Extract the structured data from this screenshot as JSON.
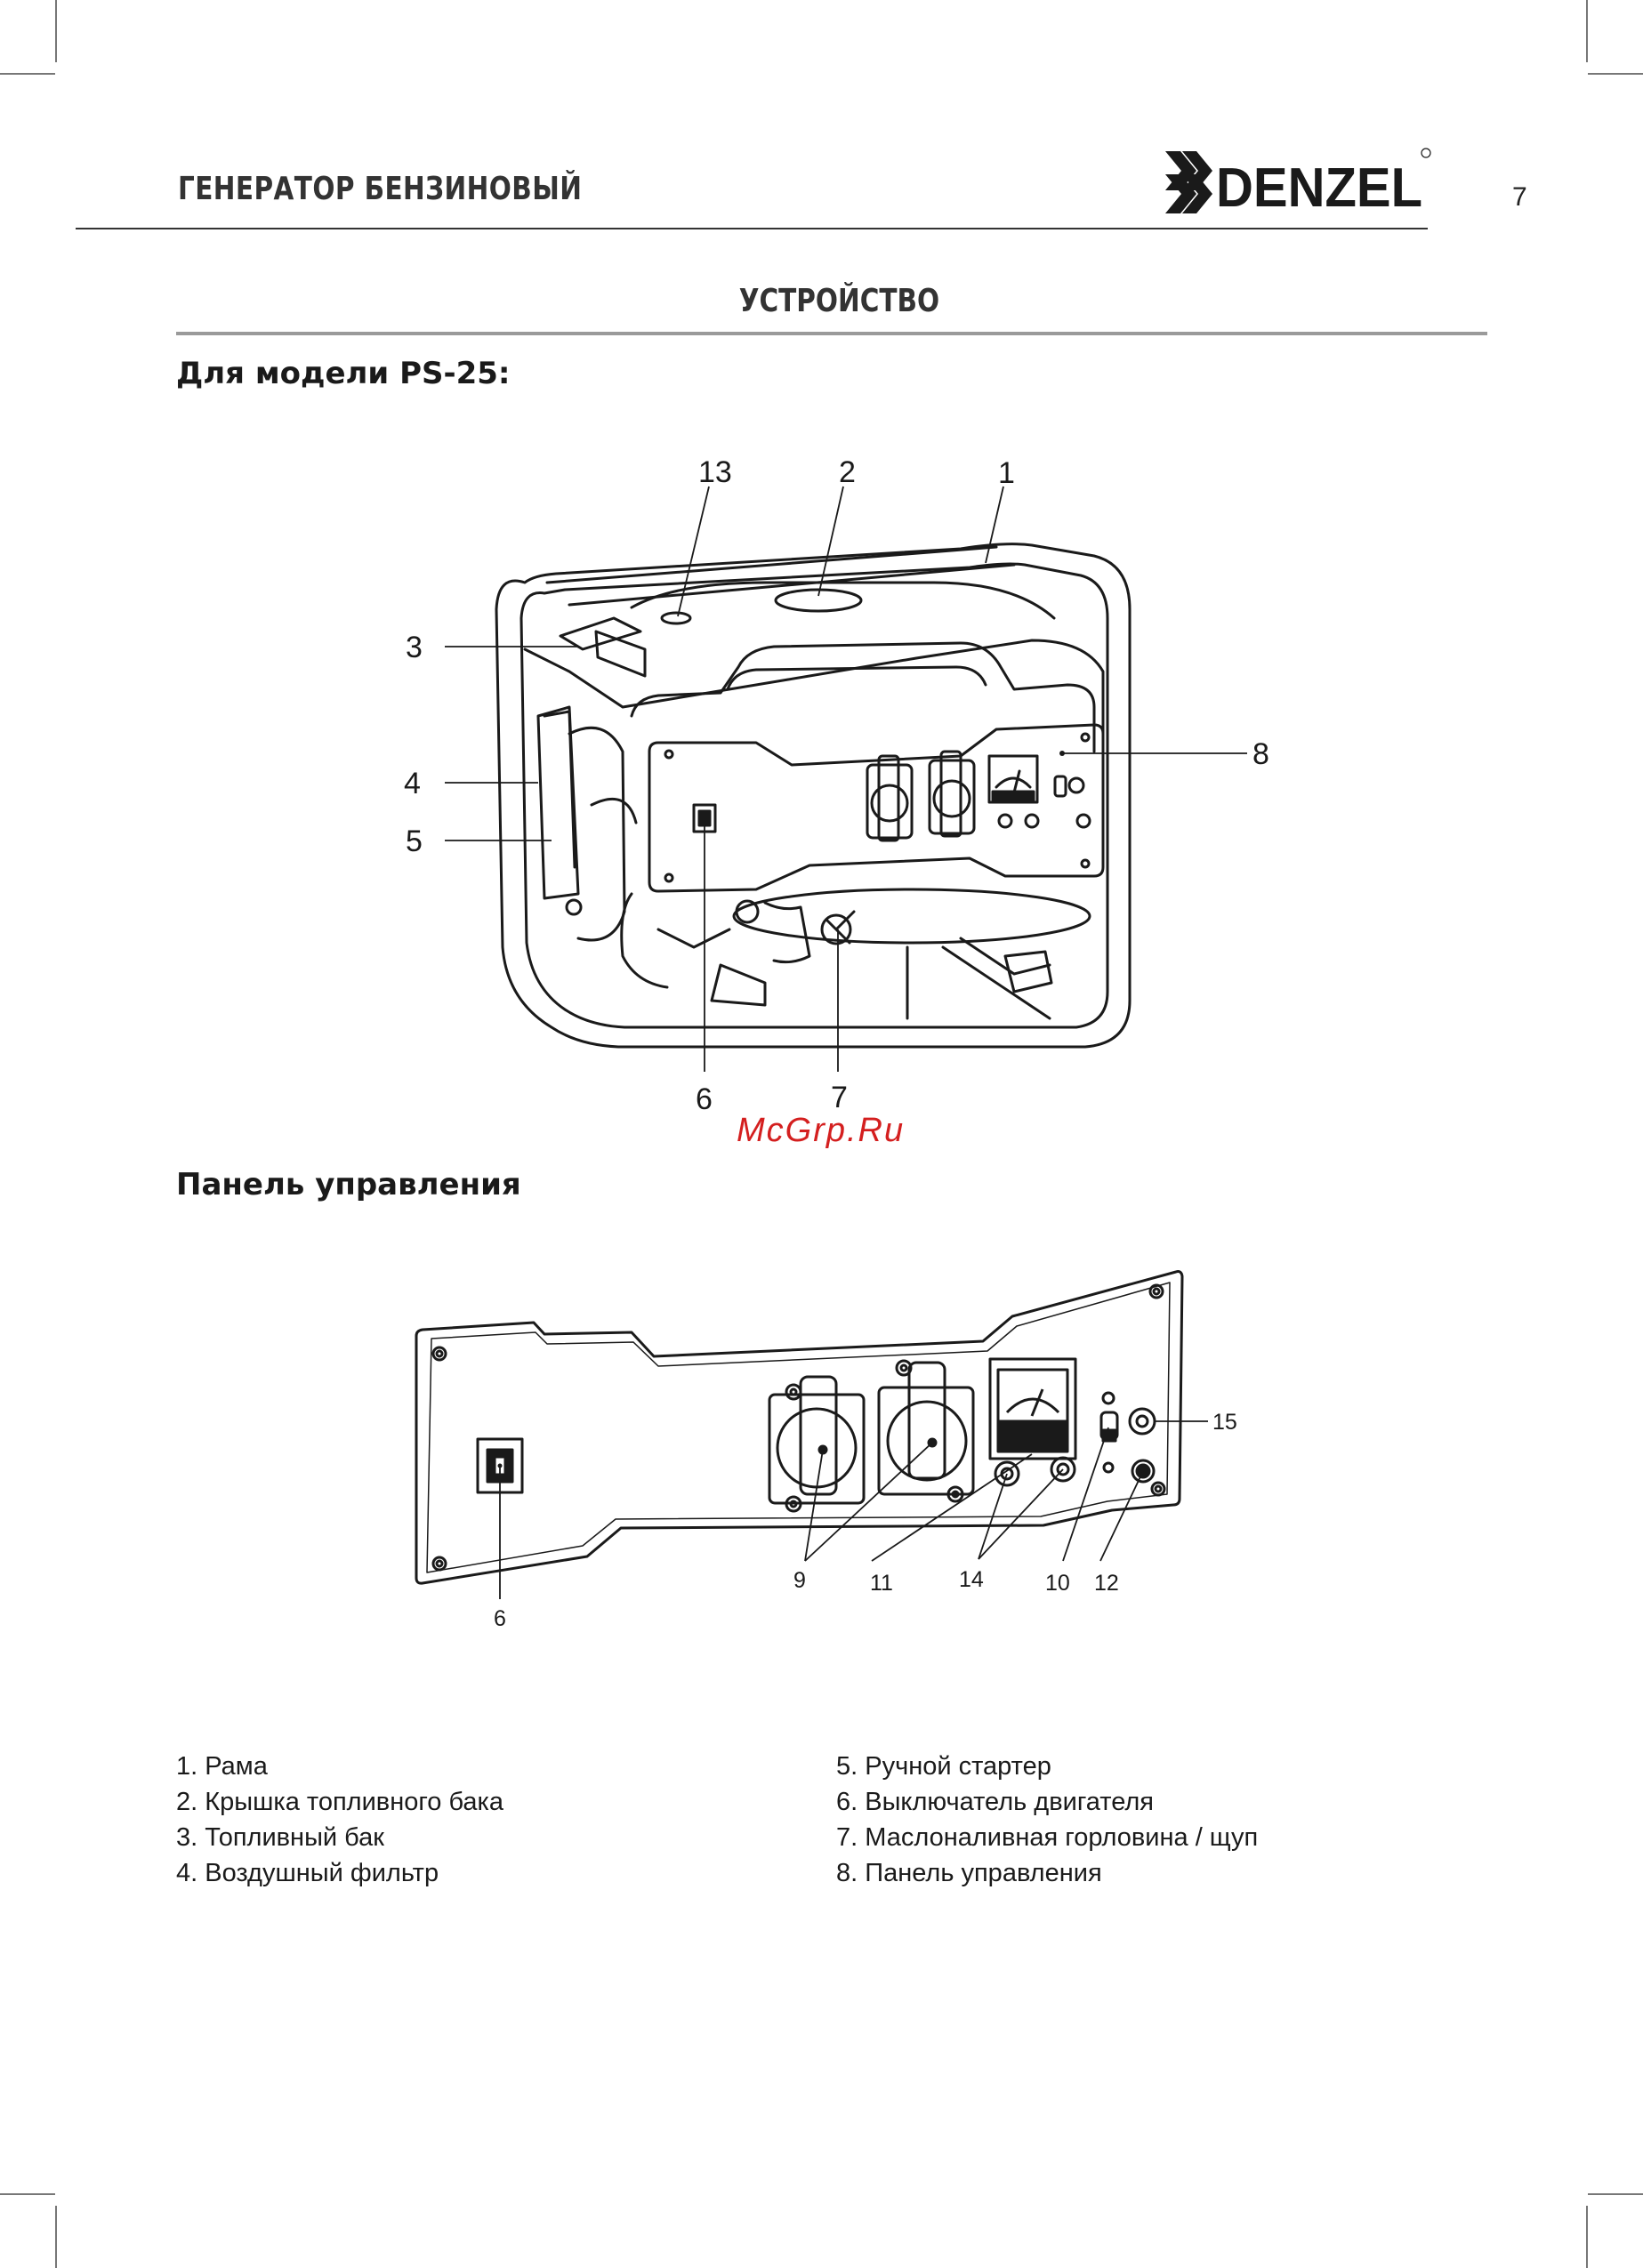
{
  "header": {
    "doc_title": "ГЕНЕРАТОР БЕНЗИНОВЫЙ",
    "brand": "DENZEL",
    "page_number": "7"
  },
  "section": {
    "title": "УСТРОЙСТВО",
    "model_heading": "Для модели PS-25:",
    "panel_heading": "Панель управления"
  },
  "watermark": "McGrp.Ru",
  "diagram1": {
    "callouts": [
      "13",
      "2",
      "1",
      "3",
      "4",
      "5",
      "8",
      "6",
      "7"
    ]
  },
  "diagram2": {
    "callouts": [
      "15",
      "9",
      "11",
      "14",
      "10",
      "12",
      "6"
    ]
  },
  "legend": {
    "left": [
      "1.  Рама",
      "2.  Крышка топливного бака",
      "3.  Топливный бак",
      "4.  Воздушный фильтр"
    ],
    "right": [
      "5.  Ручной стартер",
      "6.  Выключатель двигателя",
      "7.  Маслоналивная горловина / щуп",
      "8.  Панель управления"
    ]
  }
}
